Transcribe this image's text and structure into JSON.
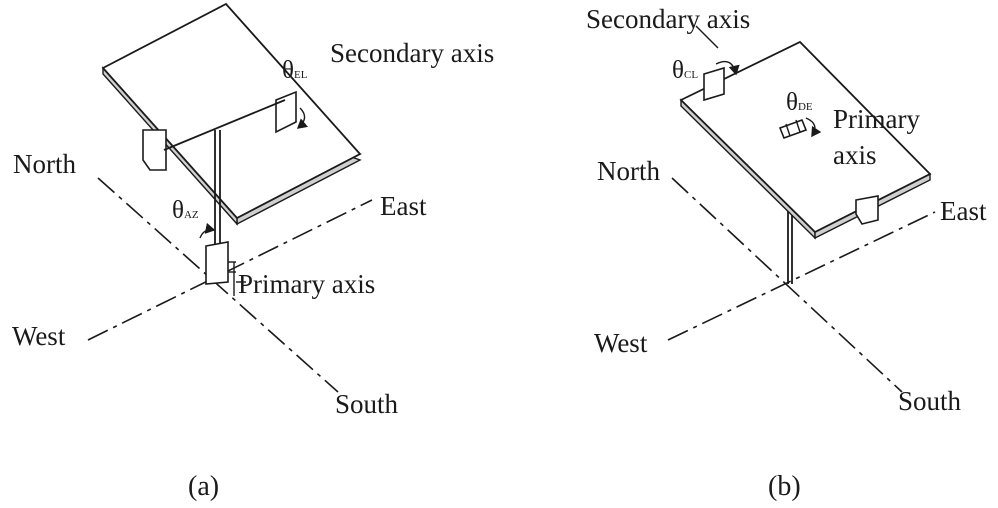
{
  "diagram_a": {
    "caption": "(a)",
    "north": "North",
    "south": "South",
    "east": "East",
    "west": "West",
    "primary_axis": "Primary axis",
    "secondary_axis": "Secondary axis",
    "theta_primary": {
      "symbol": "θ",
      "sub": "AZ"
    },
    "theta_secondary": {
      "symbol": "θ",
      "sub": "EL"
    }
  },
  "diagram_b": {
    "caption": "(b)",
    "north": "North",
    "south": "South",
    "east": "East",
    "west": "West",
    "primary_axis_line1": "Primary",
    "primary_axis_line2": "axis",
    "secondary_axis": "Secondary axis",
    "theta_primary": {
      "symbol": "θ",
      "sub": "DE"
    },
    "theta_secondary": {
      "symbol": "θ",
      "sub": "CL"
    }
  }
}
